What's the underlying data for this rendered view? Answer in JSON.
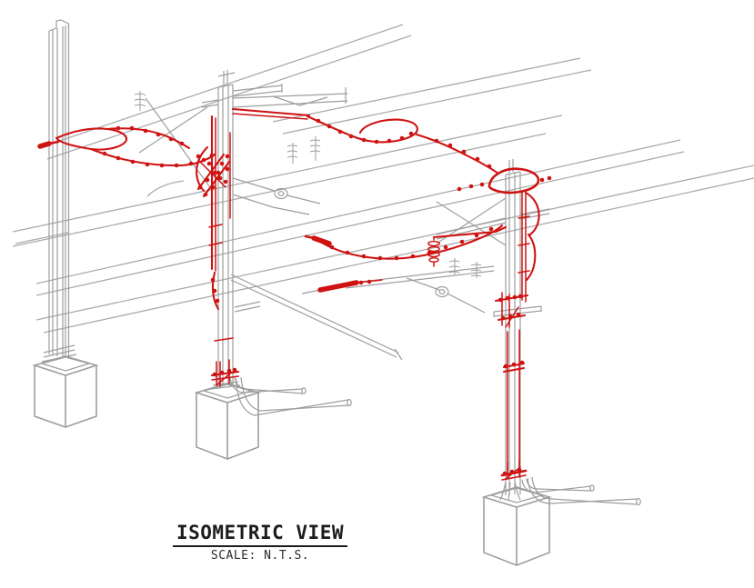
{
  "title": {
    "label": "ISOMETRIC VIEW",
    "scale": "SCALE: N.T.S."
  },
  "colors": {
    "background": "#ffffff",
    "wire_gray": "#ababab",
    "structure_gray": "#9e9e9e",
    "highlight_red": "#cf1212",
    "text_ink": "#1c1c1c"
  },
  "components": [
    "left-lattice-mast",
    "center-catenary-mast",
    "right-catenary-mast",
    "overhead-wires",
    "concrete-foundations",
    "underground-conduits",
    "highlighted-jumper-and-switch-hardware"
  ]
}
